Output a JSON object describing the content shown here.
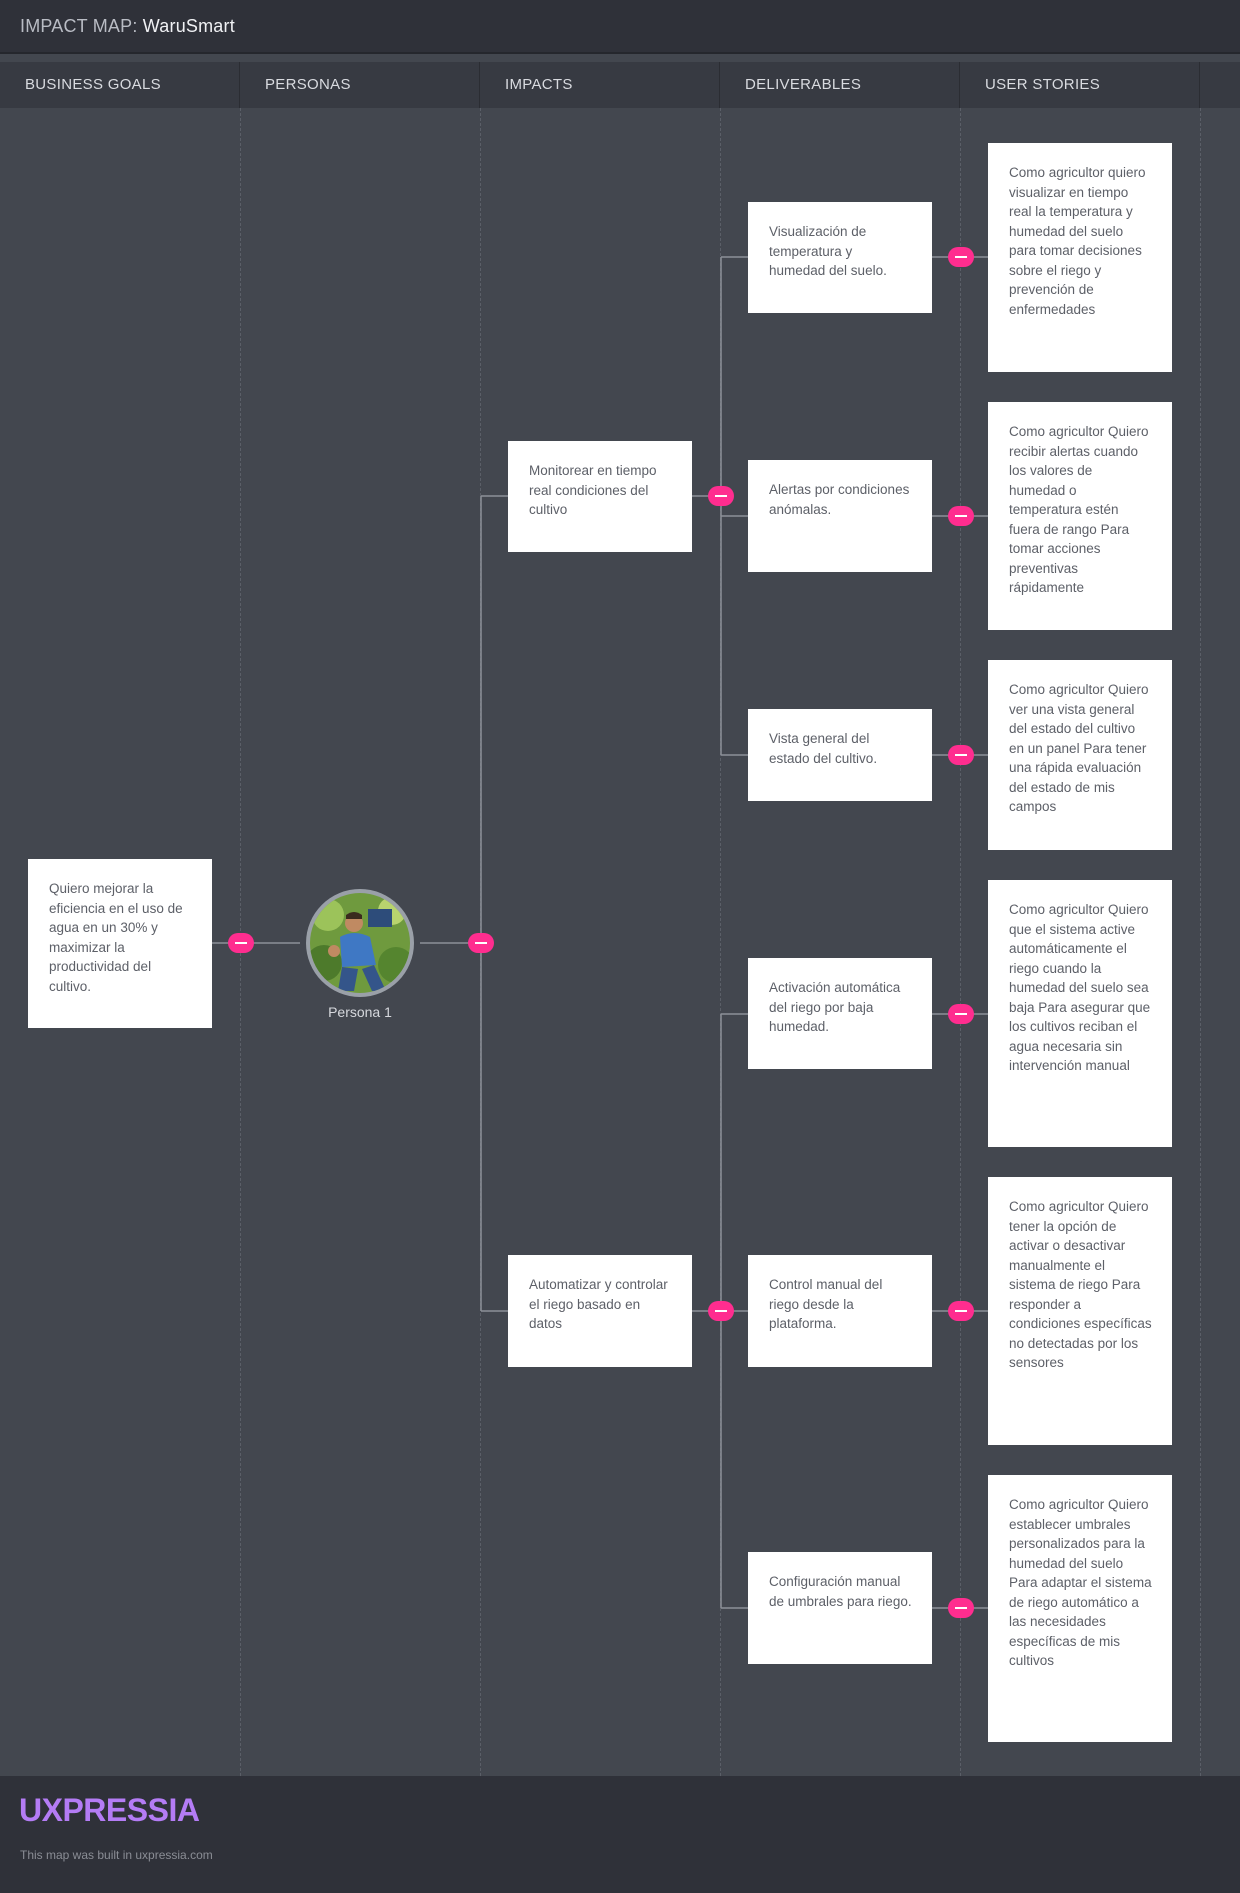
{
  "header": {
    "title_prefix": "IMPACT MAP:",
    "title_name": "WaruSmart"
  },
  "columns": [
    "BUSINESS GOALS",
    "PERSONAS",
    "IMPACTS",
    "DELIVERABLES",
    "USER STORIES"
  ],
  "goal": {
    "text": "Quiero mejorar la eficiencia en el uso de agua en un 30% y maximizar la productividad del cultivo."
  },
  "persona": {
    "label": "Persona 1",
    "icon": "persona-photo"
  },
  "impacts": [
    {
      "text": "Monitorear en tiempo real condiciones del cultivo"
    },
    {
      "text": "Automatizar y controlar el riego basado en datos"
    }
  ],
  "deliverables": [
    {
      "text": "Visualización de temperatura y humedad del suelo."
    },
    {
      "text": "Alertas por condiciones anómalas."
    },
    {
      "text": "Vista general del estado del cultivo."
    },
    {
      "text": "Activación automática del riego por baja humedad."
    },
    {
      "text": "Control manual del riego desde la plataforma."
    },
    {
      "text": "Configuración manual de umbrales para riego."
    }
  ],
  "stories": [
    {
      "text": "Como agricultor quiero visualizar en tiempo real la temperatura y humedad del suelo para tomar decisiones sobre el riego y prevención de enfermedades"
    },
    {
      "text": "Como agricultor Quiero recibir alertas cuando los valores de humedad o temperatura estén fuera de rango Para tomar acciones preventivas rápidamente"
    },
    {
      "text": "Como agricultor Quiero ver una vista general del estado del cultivo en un panel Para tener una rápida evaluación del estado de mis campos"
    },
    {
      "text": "Como agricultor Quiero que el sistema active automáticamente el riego cuando la humedad del suelo sea baja Para asegurar que los cultivos reciban el agua necesaria sin intervención manual"
    },
    {
      "text": "Como agricultor Quiero tener la opción de activar o desactivar manualmente el sistema de riego Para responder a condiciones específicas no detectadas por los sensores"
    },
    {
      "text": "Como agricultor Quiero establecer umbrales personalizados para la humedad del suelo Para adaptar el sistema de riego automático a las necesidades específicas de mis cultivos"
    }
  ],
  "footer": {
    "brand": "UXPRESSIA",
    "note": "This map was built in uxpressia.com"
  },
  "colors": {
    "background": "#43474f",
    "bar": "#2f3139",
    "accent": "#ff2d8f",
    "brand": "#b47cf5",
    "connector": "#8d9198"
  }
}
